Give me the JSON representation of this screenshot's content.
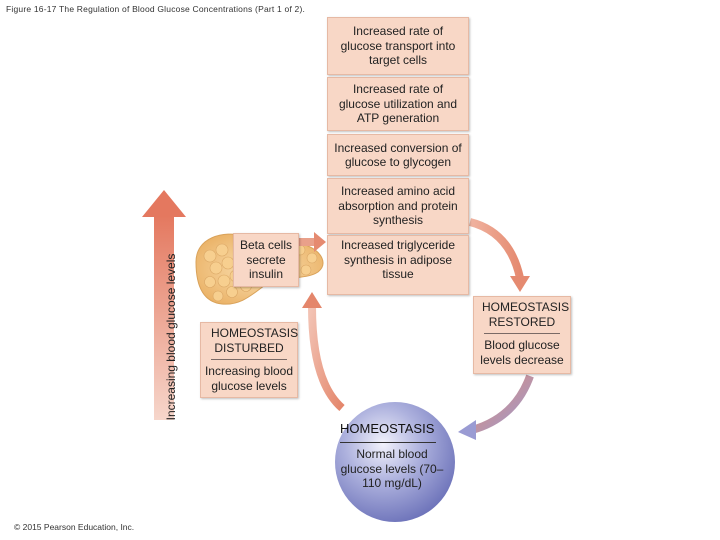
{
  "caption": "Figure 16-17 The Regulation of Blood Glucose Concentrations (Part 1 of 2).",
  "copyright": "© 2015 Pearson Education, Inc.",
  "vertical_label": "Increasing blood glucose levels",
  "responses": [
    "Increased rate of glucose transport into target cells",
    "Increased rate of glucose utilization and ATP generation",
    "Increased conversion of glucose to glycogen",
    "Increased amino acid absorption and protein synthesis",
    "Increased triglyceride synthesis in adipose tissue"
  ],
  "beta_cells": "Beta cells secrete insulin",
  "disturbed": {
    "title": "HOMEOSTASIS DISTURBED",
    "text": "Increasing blood glucose levels"
  },
  "restored": {
    "title": "HOMEOSTASIS RESTORED",
    "text": "Blood glucose levels decrease"
  },
  "homeostasis": {
    "title": "HOMEOSTASIS",
    "text": "Normal blood glucose levels (70–110 mg/dL)"
  },
  "colors": {
    "box_fill": "#f8d7c6",
    "arrow": "#e58f74",
    "circle": "#8a8fc8",
    "pancreas": "#f2c37a"
  }
}
